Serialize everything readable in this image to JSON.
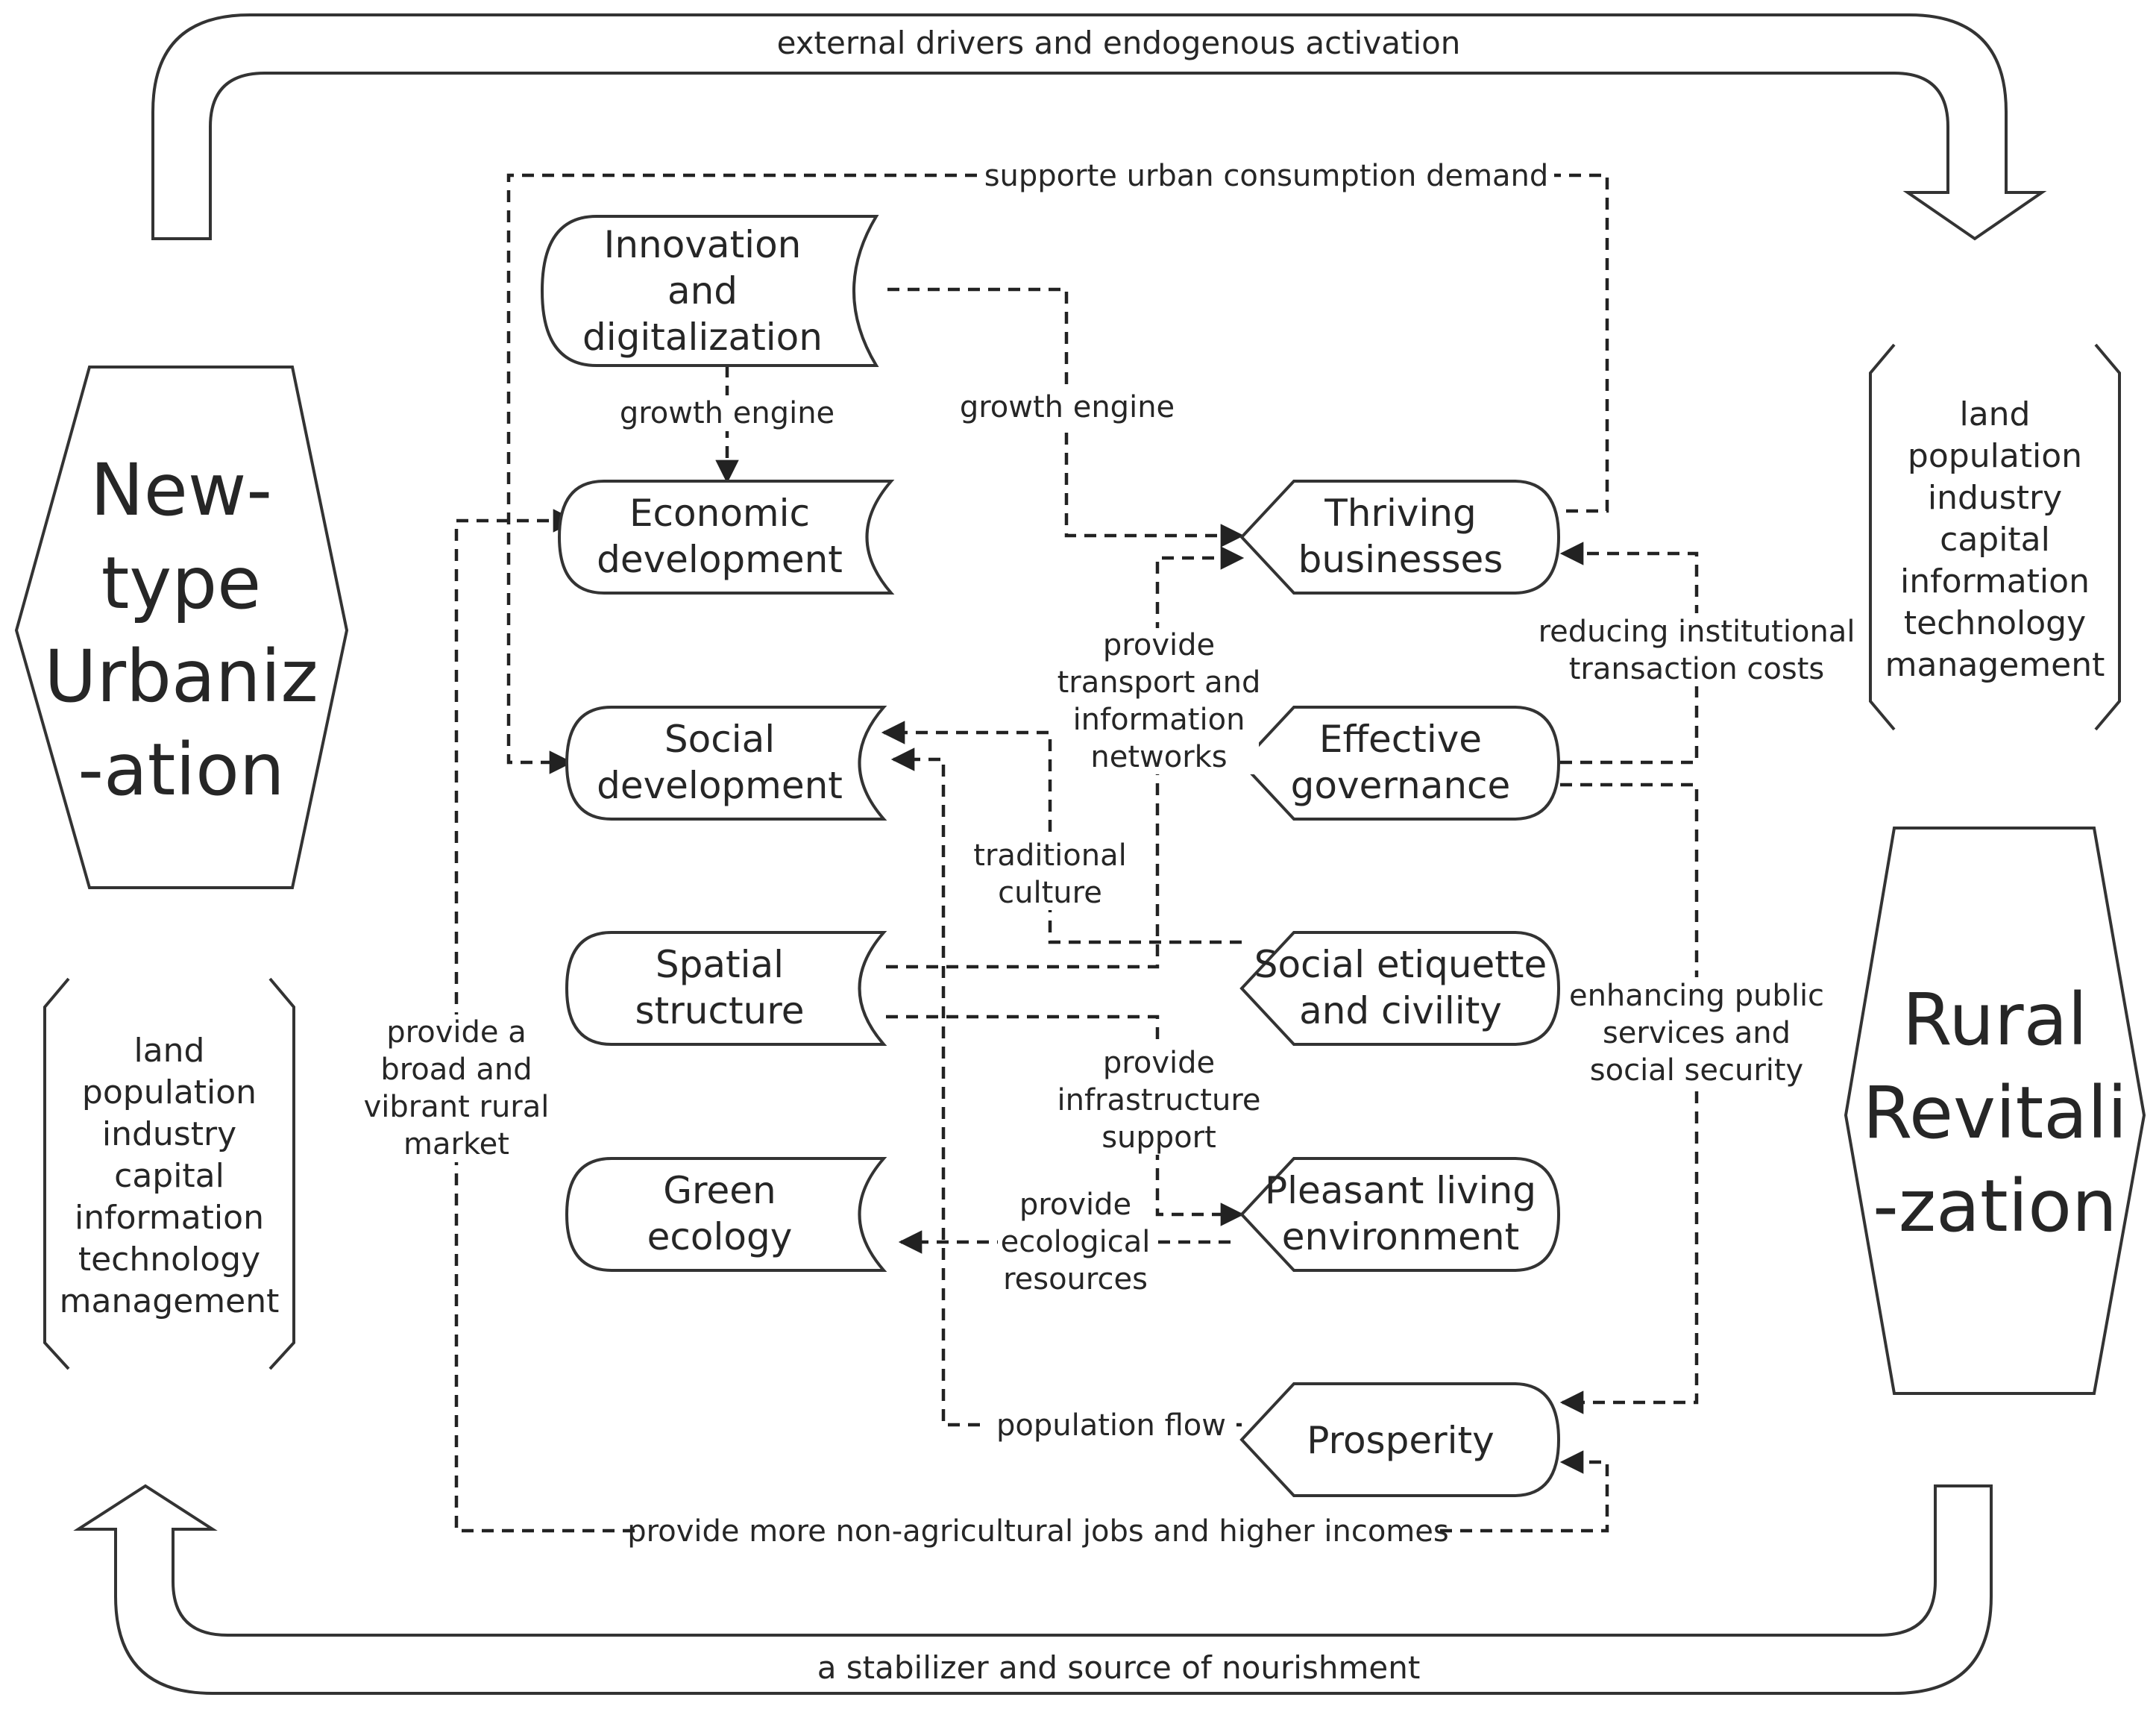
{
  "left_hexagon": {
    "lines": [
      "New-",
      "type",
      "Urbaniz",
      "-ation"
    ]
  },
  "right_hexagon": {
    "lines": [
      "Rural",
      "Revitali",
      "-zation"
    ]
  },
  "left_factors": [
    "land",
    "population",
    "industry",
    "capital",
    "information",
    "technology",
    "management"
  ],
  "right_factors": [
    "land",
    "population",
    "industry",
    "capital",
    "information",
    "technology",
    "management"
  ],
  "top_band_label": "external drivers and endogenous activation",
  "bottom_band_label": "a stabilizer and source of nourishment",
  "left_nodes": {
    "innovation": [
      "Innovation",
      "and",
      "digitalization"
    ],
    "economic": [
      "Economic",
      "development"
    ],
    "social": [
      "Social",
      "development"
    ],
    "spatial": [
      "Spatial",
      "structure"
    ],
    "green": [
      "Green",
      "ecology"
    ]
  },
  "right_nodes": {
    "thriving": [
      "Thriving",
      "businesses"
    ],
    "governance": [
      "Effective",
      "governance"
    ],
    "etiquette": [
      "Social etiquette",
      "and civility"
    ],
    "pleasant": [
      "Pleasant living",
      "environment"
    ],
    "prosperity": [
      "Prosperity"
    ]
  },
  "edge_labels": {
    "consumption": "supporte urban consumption demand",
    "growth_down": "growth engine",
    "growth_right": "growth engine",
    "transport": [
      "provide",
      "transport and",
      "information",
      "networks"
    ],
    "institutional": [
      "reducing institutional",
      "transaction costs"
    ],
    "culture": [
      "traditional",
      "culture"
    ],
    "rural_market": [
      "provide a",
      "broad and",
      "vibrant rural",
      "market"
    ],
    "infrastructure": [
      "provide",
      "infrastructure",
      "support"
    ],
    "public_services": [
      "enhancing public",
      "services and",
      "social security"
    ],
    "ecological": [
      "provide",
      "ecological",
      "resources"
    ],
    "population_flow": "population flow",
    "jobs": "provide more non-agricultural jobs and higher incomes"
  }
}
